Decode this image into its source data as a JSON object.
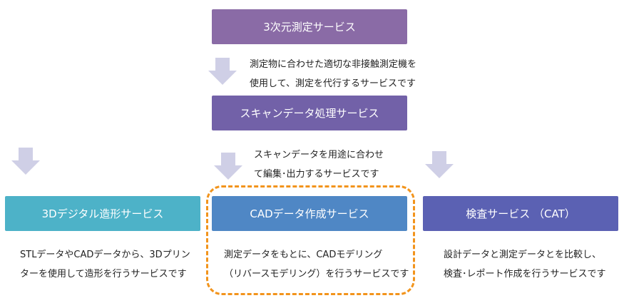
{
  "colors": {
    "box_top": "#8a6ba6",
    "box_mid": "#7261a8",
    "box_left": "#4db2c8",
    "box_center": "#4f87c5",
    "box_right": "#5b61b3",
    "arrow": "#cfcfe6",
    "highlight": "#f2941c"
  },
  "services": {
    "measurement": {
      "label": "3次元測定サービス",
      "desc_line1": "測定物に合わせた適切な非接触測定機を",
      "desc_line2": "使用して、測定を代行するサービスです"
    },
    "scan_processing": {
      "label": "スキャンデータ処理サービス",
      "desc_line1": "スキャンデータを用途に合わせ",
      "desc_line2": "て編集･出力するサービスです"
    },
    "digital_fabrication": {
      "label": "3Dデジタル造形サービス",
      "desc_line1": "STLデータやCADデータから、3Dプリン",
      "desc_line2": "ターを使用して造形を行うサービスです"
    },
    "cad_creation": {
      "label": "CADデータ作成サービス",
      "desc_line1": "測定データをもとに、CADモデリング",
      "desc_line2": "（リバースモデリング）を行うサービスです"
    },
    "inspection": {
      "label": "検査サービス （CAT）",
      "desc_line1": "設計データと測定データとを比較し、",
      "desc_line2": "検査･レポート作成を行うサービスです"
    }
  }
}
